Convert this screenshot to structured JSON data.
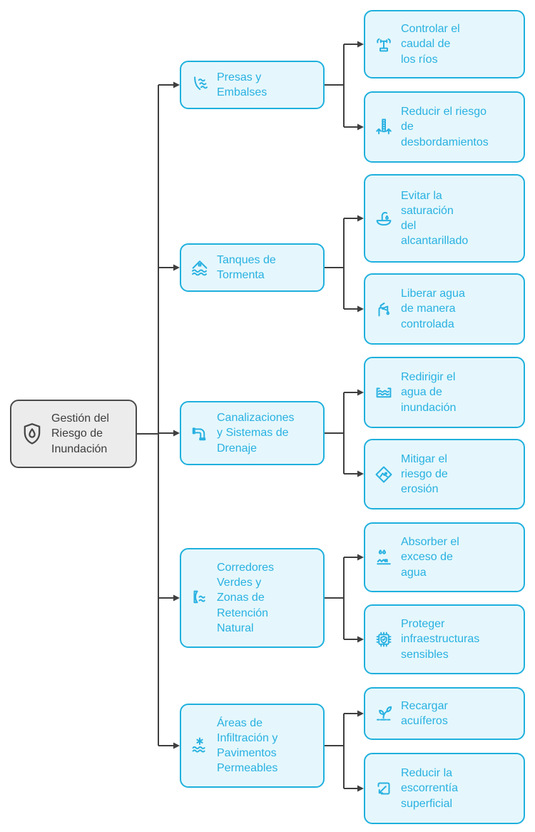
{
  "diagram": {
    "root": {
      "label": "Gestión del\nRiesgo de\nInundación",
      "icon": "shield-droplet-icon"
    },
    "branches": [
      {
        "label": "Presas y\nEmbalses",
        "icon": "dam-icon",
        "children": [
          {
            "label": "Controlar el\ncaudal de\nlos ríos",
            "icon": "flow-control-valve-icon"
          },
          {
            "label": "Reducir el riesgo\nde\ndesbordamientos",
            "icon": "water-level-gauge-icon"
          }
        ]
      },
      {
        "label": "Tanques de\nTormenta",
        "icon": "storm-tank-icon",
        "children": [
          {
            "label": "Evitar la\nsaturación\ndel\nalcantarillado",
            "icon": "sewer-drain-icon"
          },
          {
            "label": "Liberar agua\nde manera\ncontrolada",
            "icon": "faucet-icon"
          }
        ]
      },
      {
        "label": "Canalizaciones\ny Sistemas de\nDrenaje",
        "icon": "pipe-elbow-icon",
        "children": [
          {
            "label": "Redirigir el\nagua de\ninundación",
            "icon": "water-basin-icon"
          },
          {
            "label": "Mitigar el\nriesgo de\nerosión",
            "icon": "erosion-warning-icon"
          }
        ]
      },
      {
        "label": "Corredores\nVerdes y\nZonas de\nRetención\nNatural",
        "icon": "riverbank-icon",
        "children": [
          {
            "label": "Absorber el\nexceso de\nagua",
            "icon": "water-absorption-icon"
          },
          {
            "label": "Proteger\ninfraestructuras\nsensibles",
            "icon": "chip-shield-icon"
          }
        ]
      },
      {
        "label": "Áreas de\nInfiltración y\nPavimentos\nPermeables",
        "icon": "infiltration-icon",
        "children": [
          {
            "label": "Recargar\nacuíferos",
            "icon": "sprout-recharge-icon"
          },
          {
            "label": "Reducir la\nescorrentía\nsuperficial",
            "icon": "runoff-arrow-icon"
          }
        ]
      }
    ],
    "colors": {
      "node_border": "#1fb0dd",
      "node_fill": "#e5f7fc",
      "node_text": "#29b1e1",
      "root_fill": "#ececec",
      "root_border": "#4a4a4a",
      "root_text": "#3d3d3d",
      "connector": "#3f3f3f"
    }
  }
}
